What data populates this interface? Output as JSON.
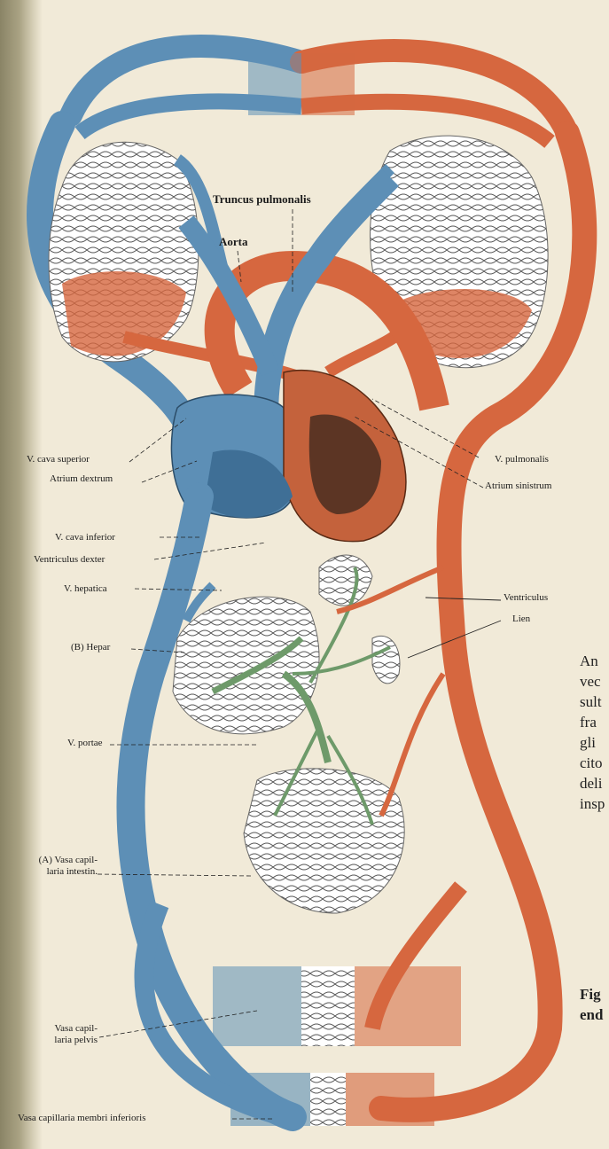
{
  "colors": {
    "vein": "#5d8fb6",
    "vein_dark": "#3f6f96",
    "artery": "#d6673f",
    "artery_dark": "#b44a28",
    "portal": "#6e9a6a",
    "paper": "#f1ead8"
  },
  "labels": {
    "truncus_pulmonalis": "Truncus pulmonalis",
    "aorta": "Aorta",
    "v_cava_superior": "V. cava superior",
    "atrium_dextrum": "Atrium dextrum",
    "v_pulmonalis": "V. pulmonalis",
    "atrium_sinistrum": "Atrium sinistrum",
    "v_cava_inferior": "V. cava inferior",
    "ventriculus_dexter": "Ventriculus dexter",
    "v_hepatica": "V. hepatica",
    "ventriculus": "Ventriculus",
    "lien": "Lien",
    "hepar": "(B) Hepar",
    "v_portae": "V. portae",
    "vasa_intestin_1": "(A) Vasa capil-",
    "vasa_intestin_2": "laria intestin.",
    "vasa_pelvis_1": "Vasa capil-",
    "vasa_pelvis_2": "laria pelvis",
    "vasa_membri": "Vasa capillaria membri inferioris"
  },
  "side_text": [
    "An",
    "vec",
    "sult",
    "fra",
    "gli",
    "cito",
    "deli",
    "insp"
  ],
  "caption": [
    "Fig",
    "end"
  ]
}
